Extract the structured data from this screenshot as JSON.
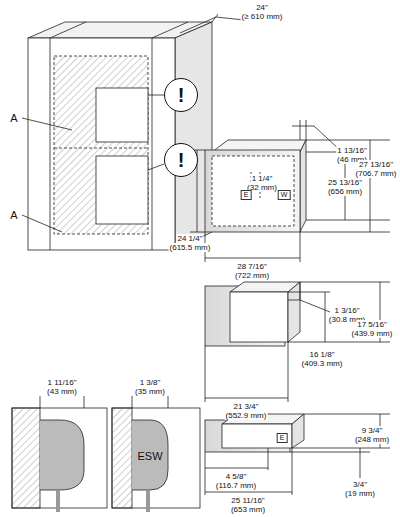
{
  "diagram": {
    "nodes": [
      {
        "text": [
          "!"
        ]
      },
      {
        "text": [
          "!"
        ]
      }
    ],
    "labels": [
      "24\"",
      "(≥ 610 mm)",
      "A",
      "A",
      "1 1/4\"",
      "(32 mm)",
      "1 13/16\"",
      "(46 mm)",
      "E",
      "W",
      "25 13/16\"",
      "(656 mm)",
      "27 13/16\"",
      "(706.7 mm)",
      "24 1/4\"",
      "(615.5 mm)",
      "28 7/16\"",
      "(722 mm)",
      "1 3/16\"",
      "(30.8 mm)",
      "17 5/16\"",
      "(439.9 mm)",
      "16 1/8\"",
      "(409.3 mm)",
      "21 3/4\"",
      "(552.9 mm)",
      "9 3/4\"",
      "(248 mm)",
      "E",
      "3/4\"",
      "(19 mm)",
      "4 5/8\"",
      "(116.7 mm)",
      "25 11/16\"",
      "(653 mm)",
      "1 11/16\"",
      "(43 mm)",
      "1 3/8\"",
      "(35 mm)",
      "ESW"
    ]
  }
}
